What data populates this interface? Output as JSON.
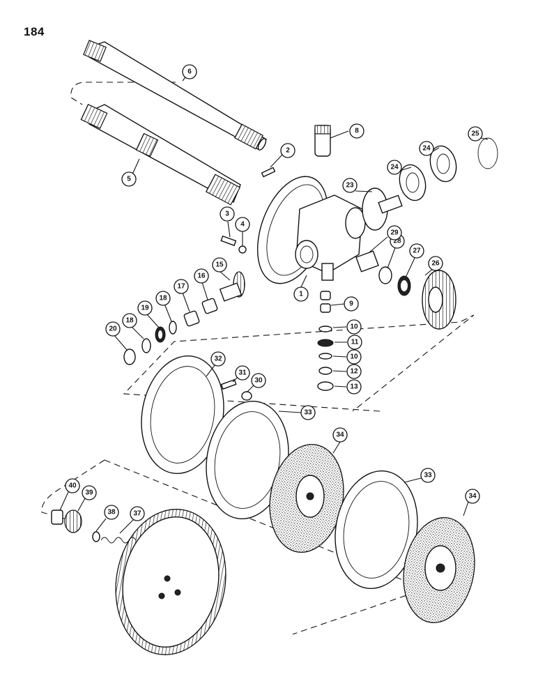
{
  "page": {
    "number": "184"
  },
  "callouts": [
    {
      "id": "c1",
      "label": "1"
    },
    {
      "id": "c2",
      "label": "2"
    },
    {
      "id": "c3",
      "label": "3"
    },
    {
      "id": "c4",
      "label": "4"
    },
    {
      "id": "c5",
      "label": "5"
    },
    {
      "id": "c6",
      "label": "6"
    },
    {
      "id": "c8",
      "label": "8"
    },
    {
      "id": "c9",
      "label": "9"
    },
    {
      "id": "c10a",
      "label": "10"
    },
    {
      "id": "c10b",
      "label": "10"
    },
    {
      "id": "c11",
      "label": "11"
    },
    {
      "id": "c12",
      "label": "12"
    },
    {
      "id": "c13",
      "label": "13"
    },
    {
      "id": "c15",
      "label": "15"
    },
    {
      "id": "c16",
      "label": "16"
    },
    {
      "id": "c17",
      "label": "17"
    },
    {
      "id": "c18a",
      "label": "18"
    },
    {
      "id": "c18b",
      "label": "18"
    },
    {
      "id": "c19",
      "label": "19"
    },
    {
      "id": "c20",
      "label": "20"
    },
    {
      "id": "c23",
      "label": "23"
    },
    {
      "id": "c24a",
      "label": "24"
    },
    {
      "id": "c24b",
      "label": "24"
    },
    {
      "id": "c25",
      "label": "25"
    },
    {
      "id": "c26",
      "label": "26"
    },
    {
      "id": "c27",
      "label": "27"
    },
    {
      "id": "c28",
      "label": "28"
    },
    {
      "id": "c29",
      "label": "29"
    },
    {
      "id": "c30",
      "label": "30"
    },
    {
      "id": "c31",
      "label": "31"
    },
    {
      "id": "c32",
      "label": "32"
    },
    {
      "id": "c33a",
      "label": "33"
    },
    {
      "id": "c33b",
      "label": "33"
    },
    {
      "id": "c34a",
      "label": "34"
    },
    {
      "id": "c34b",
      "label": "34"
    },
    {
      "id": "c37",
      "label": "37"
    },
    {
      "id": "c38",
      "label": "38"
    },
    {
      "id": "c39",
      "label": "39"
    },
    {
      "id": "c40",
      "label": "40"
    }
  ]
}
